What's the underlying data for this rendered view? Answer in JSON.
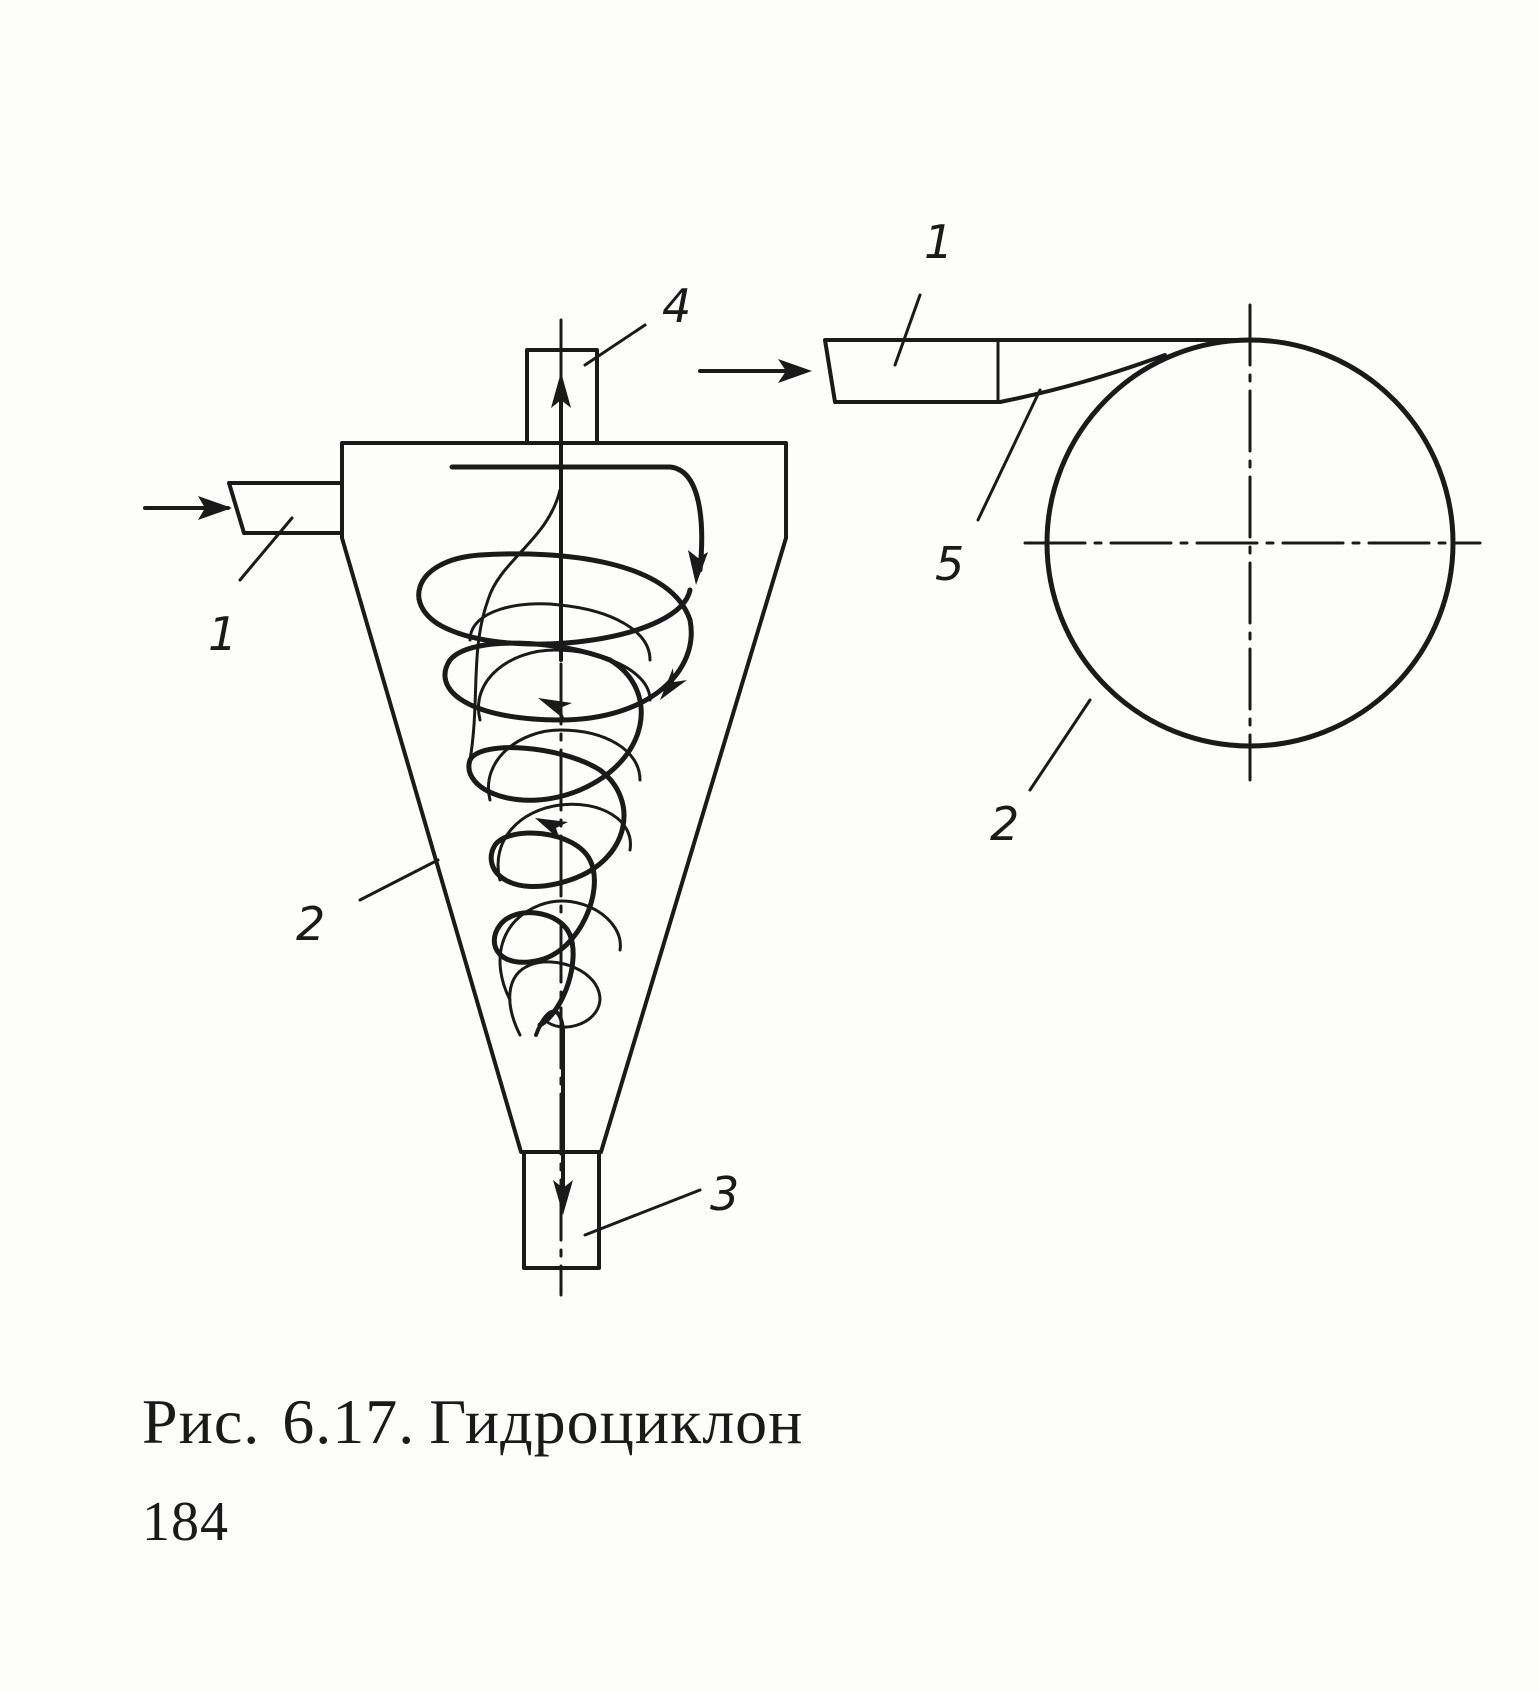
{
  "figure": {
    "caption_prefix": "Рис.",
    "caption_number": "6.17.",
    "caption_title": "Гидроциклон",
    "page_number": "184"
  },
  "side_view": {
    "labels": {
      "inlet": "1",
      "body": "2",
      "underflow": "3",
      "overflow": "4"
    }
  },
  "top_view": {
    "labels": {
      "inlet": "1",
      "body": "2",
      "channel": "5"
    }
  },
  "colors": {
    "ink": "#1a1a1a",
    "paper": "#fdfdfc"
  }
}
